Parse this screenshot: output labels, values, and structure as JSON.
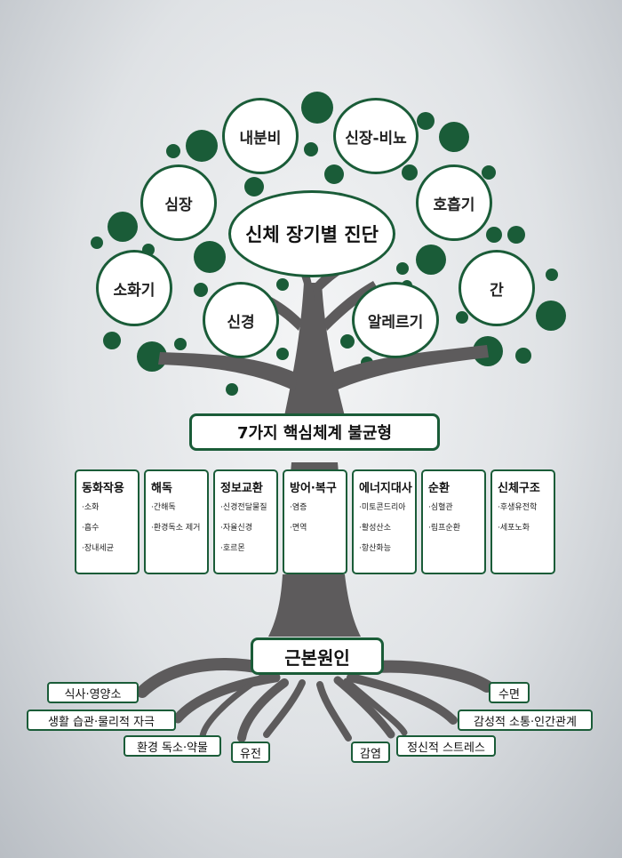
{
  "center_label": "신체 장기별 진단",
  "organs": [
    "내분비",
    "신장-비뇨",
    "심장",
    "호흡기",
    "소화기",
    "간",
    "신경",
    "알레르기"
  ],
  "systems_title": "7가지 핵심체계 불균형",
  "systems": [
    {
      "title": "동화작용",
      "items": [
        "·소화",
        "·흡수",
        "·장내세균"
      ]
    },
    {
      "title": "해독",
      "items": [
        "·간해독",
        "·환경독소 제거"
      ]
    },
    {
      "title": "정보교환",
      "items": [
        "·신경전달물질",
        "·자율신경",
        "·호르몬"
      ]
    },
    {
      "title": "방어·복구",
      "items": [
        "·염증",
        "·면역"
      ]
    },
    {
      "title": "에너지대사",
      "items": [
        "·미토콘드리아",
        "·활성산소",
        "·항산화능"
      ]
    },
    {
      "title": "순환",
      "items": [
        "·심혈관",
        "·림프순환"
      ]
    },
    {
      "title": "신체구조",
      "items": [
        "·후생유전학",
        "·세포노화"
      ]
    }
  ],
  "root_title": "근본원인",
  "root_causes": [
    "식사·영양소",
    "생활 습관·물리적 자극",
    "환경 독소·약물",
    "유전",
    "감염",
    "정신적 스트레스",
    "감성적 소통·인간관계",
    "수면"
  ],
  "colors": {
    "tree_green": "#1a5c38",
    "trunk_gray": "#5d5b5c",
    "background": "#e4e6e8"
  }
}
